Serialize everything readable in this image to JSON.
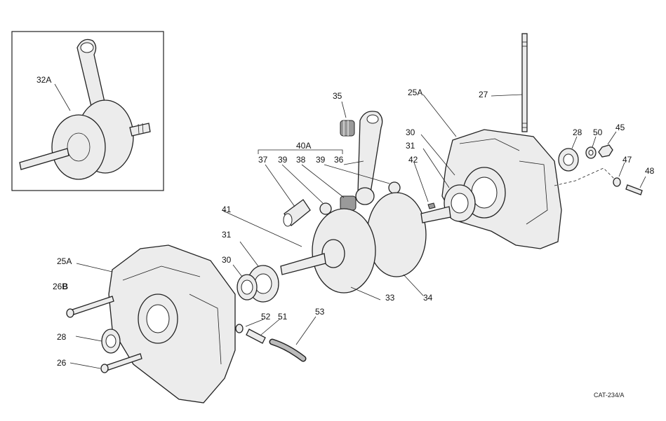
{
  "figure_code": "CAT-234/A",
  "labels": {
    "l32A": "32A",
    "l35": "35",
    "l25A_top": "25A",
    "l27": "27",
    "l30_right": "30",
    "l28_right": "28",
    "l50": "50",
    "l45": "45",
    "l40A": "40A",
    "l37": "37",
    "l39a": "39",
    "l38": "38",
    "l39b": "39",
    "l36": "36",
    "l31_right": "31",
    "l42": "42",
    "l47": "47",
    "l48": "48",
    "l41": "41",
    "l31_left": "31",
    "l30_left": "30",
    "l25A_left": "25A",
    "l26B_num": "26",
    "l26B_letter": "B",
    "l28_left": "28",
    "l26": "26",
    "l52": "52",
    "l51": "51",
    "l53": "53",
    "l33": "33",
    "l34": "34"
  }
}
